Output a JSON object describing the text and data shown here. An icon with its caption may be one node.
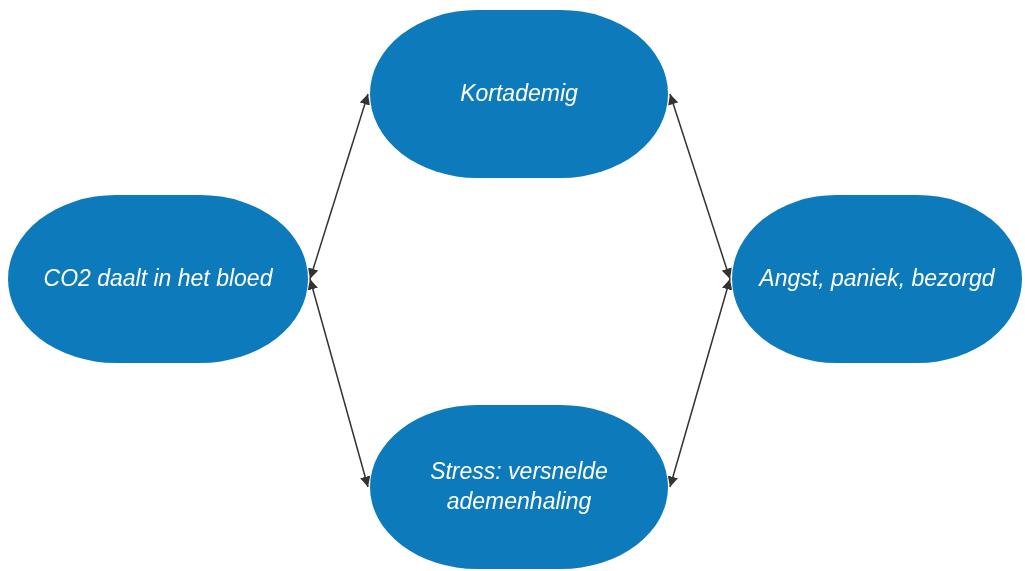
{
  "diagram": {
    "nodes": [
      {
        "text": [
          "Kortademig"
        ]
      },
      {
        "text": [
          "CO2 daalt in het bloed"
        ]
      },
      {
        "text": [
          "Angst, paniek, bezorgd"
        ]
      },
      {
        "text": [
          "Stress: versnelde ademenhaling"
        ]
      }
    ],
    "edges": [
      {
        "from": 1,
        "to": 0,
        "arrow": "both"
      },
      {
        "from": 0,
        "to": 2,
        "arrow": "both"
      },
      {
        "from": 1,
        "to": 3,
        "arrow": "both"
      },
      {
        "from": 3,
        "to": 2,
        "arrow": "both"
      }
    ]
  }
}
